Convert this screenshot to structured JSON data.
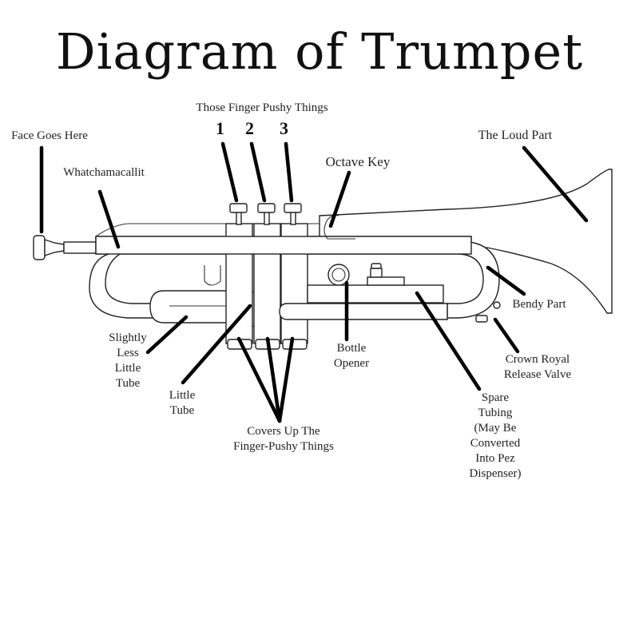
{
  "title": "Diagram of Trumpet",
  "valve_numbers": [
    "1",
    "2",
    "3"
  ],
  "labels": {
    "finger_pushy": "Those Finger Pushy Things",
    "face": "Face Goes Here",
    "whatchamacallit": "Whatchamacallit",
    "octave_key": "Octave Key",
    "loud_part": "The Loud Part",
    "bendy_part": "Bendy Part",
    "crown_royal": "Crown Royal\nRelease Valve",
    "spare_tubing": "Spare\nTubing\n(May Be\nConverted\nInto Pez\nDispenser)",
    "bottle_opener": "Bottle\nOpener",
    "covers_up": "Covers Up The\nFinger-Pushy Things",
    "little_tube": "Little\nTube",
    "slightly_less": "Slightly\nLess\nLittle\nTube"
  }
}
